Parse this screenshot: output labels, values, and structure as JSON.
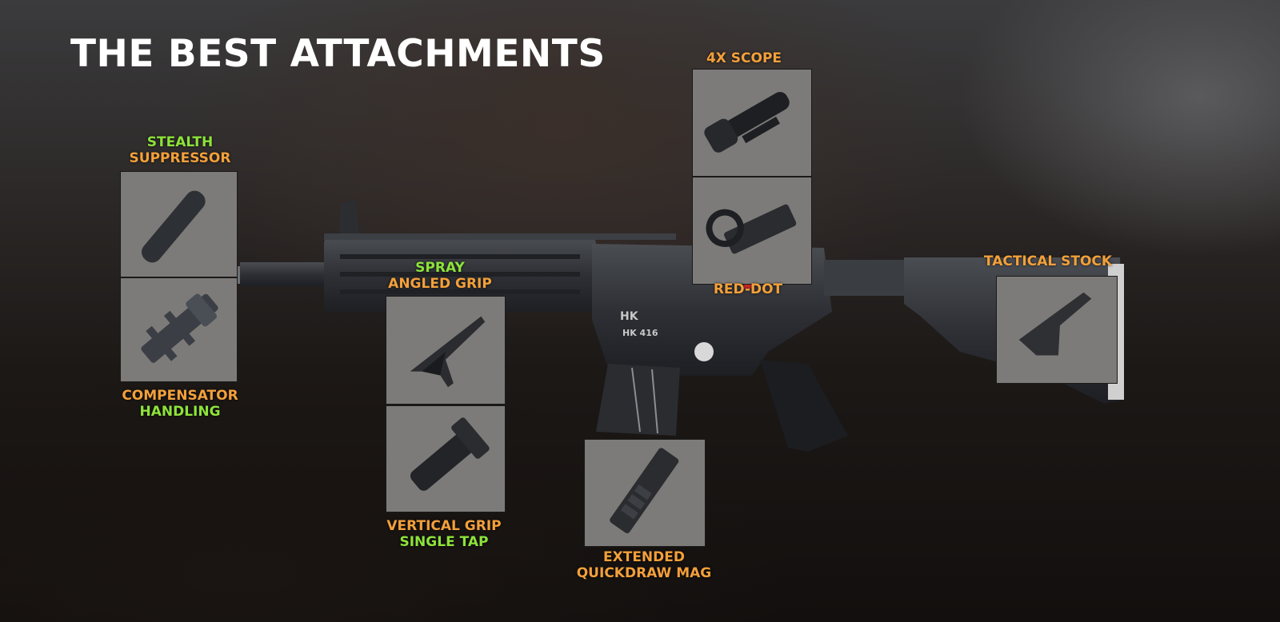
{
  "title": "THE BEST ATTACHMENTS",
  "colors": {
    "primary_label": "#f3a03a",
    "secondary_label": "#8de33a",
    "title": "#ffffff",
    "slot_bg": "#7d7b79"
  },
  "weapon": {
    "model_text": "HK 416",
    "brand_text": "HK"
  },
  "attachments": {
    "muzzle": {
      "top_label_green": "STEALTH",
      "top_label_orange": "SUPPRESSOR",
      "bottom_label_orange": "COMPENSATOR",
      "bottom_label_green": "HANDLING",
      "slots": [
        {
          "icon": "suppressor-icon"
        },
        {
          "icon": "compensator-icon"
        }
      ]
    },
    "grip": {
      "top_label_green": "SPRAY",
      "top_label_orange": "ANGLED GRIP",
      "bottom_label_orange": "VERTICAL GRIP",
      "bottom_label_green": "SINGLE TAP",
      "slots": [
        {
          "icon": "angled-grip-icon"
        },
        {
          "icon": "vertical-grip-icon"
        }
      ]
    },
    "optic": {
      "top_label_orange": "4X SCOPE",
      "bottom_label_orange": "RED-DOT",
      "slots": [
        {
          "icon": "scope-4x-icon"
        },
        {
          "icon": "red-dot-icon"
        }
      ]
    },
    "magazine": {
      "label_line1": "EXTENDED",
      "label_line2": "QUICKDRAW MAG",
      "slots": [
        {
          "icon": "magazine-icon"
        }
      ]
    },
    "stock": {
      "label": "TACTICAL STOCK",
      "slots": [
        {
          "icon": "tactical-stock-icon"
        }
      ]
    }
  }
}
